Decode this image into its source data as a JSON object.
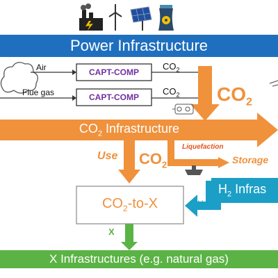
{
  "header": {
    "title": "Power Infrastructure",
    "icons": [
      "factory-icon",
      "wind-turbine-icon",
      "solar-panel-icon",
      "nuclear-plant-icon"
    ]
  },
  "capture": {
    "air_label": "Air",
    "flue_gas_label": "Flue gas",
    "unit1": "CAPT-COMP",
    "unit2": "CAPT-COMP",
    "co2_out_1": "CO",
    "co2_out_1_sub": "2",
    "co2_out_2": "CO",
    "co2_out_2_sub": "2"
  },
  "big_co2": {
    "text": "CO",
    "sub": "2"
  },
  "co2_infra": {
    "text": "CO",
    "sub": "2",
    "rest": " Infrastructure"
  },
  "use": {
    "label": "Use",
    "co2_text": "CO",
    "co2_sub": "2"
  },
  "liquefaction_label": "Liquefaction",
  "storage_label": "Storage",
  "co2_to_x": {
    "text": "CO",
    "sub": "2",
    "rest": "-to-X"
  },
  "h2_infra": {
    "text": "H",
    "sub": "2",
    "rest": " Infras"
  },
  "h2_small": {
    "text": "H",
    "sub": "2"
  },
  "x_label": "X",
  "x_infra": {
    "text": "X Infrastructures (e.g. natural gas)"
  },
  "colors": {
    "blue_bar": "#1f6fbf",
    "orange": "#f0913c",
    "cyan": "#1b9fc7",
    "green": "#5bb345",
    "purple": "#7030a0"
  }
}
